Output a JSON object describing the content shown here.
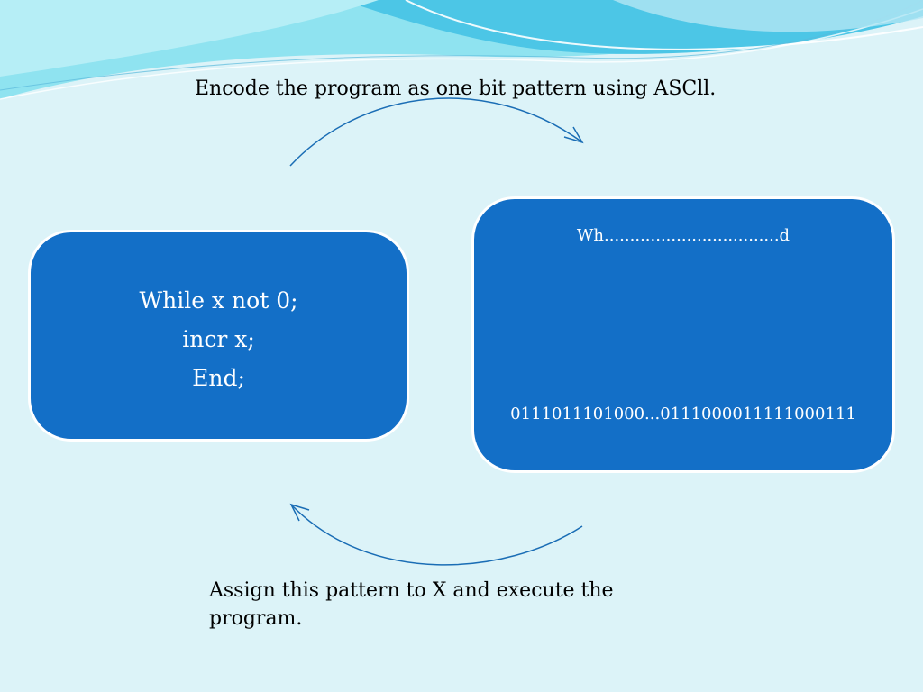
{
  "captions": {
    "top": "Encode the program as one bit pattern using ASCll.",
    "bottom": "Assign this pattern to X and execute the program."
  },
  "program_box": {
    "lines": [
      "While x not 0;",
      "incr x;",
      "End;"
    ]
  },
  "encoding_box": {
    "text_abbrev": "Wh..................................d",
    "bits": "0111011101000...0111000011111000111"
  },
  "colors": {
    "background": "#dcf3f8",
    "box_fill": "#136fc7",
    "arrow": "#1a6db5",
    "wave_light": "#7fe0ee",
    "wave_dark": "#1aa8cf"
  }
}
